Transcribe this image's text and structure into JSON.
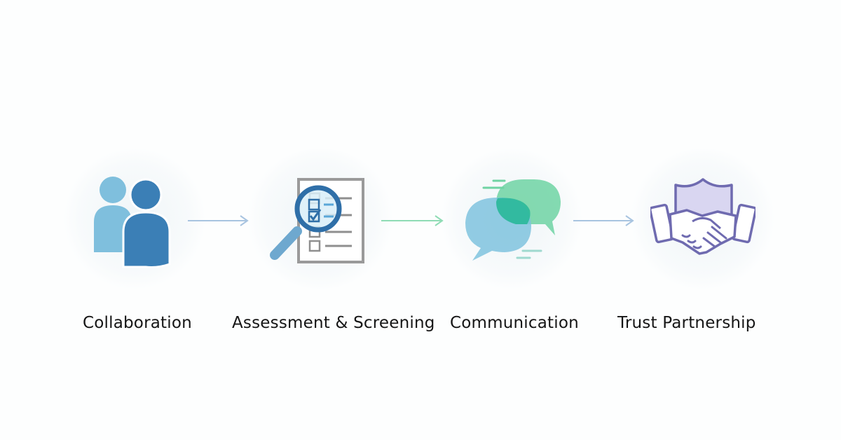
{
  "steps": [
    {
      "label": "Collaboration",
      "icon": "people-icon"
    },
    {
      "label": "Assessment & Screening",
      "icon": "magnifier-checklist-icon"
    },
    {
      "label": "Communication",
      "icon": "chat-bubbles-icon"
    },
    {
      "label": "Trust Partnership",
      "icon": "handshake-icon"
    }
  ],
  "connectors": [
    "arrow-right-icon",
    "arrow-right-icon",
    "arrow-right-icon"
  ],
  "colors": {
    "blue_light": "#7fbfdd",
    "blue_dark": "#3b7fb6",
    "green": "#6fd3a3",
    "purple": "#6f6bb0",
    "arrow_blue": "#a8c4e0",
    "arrow_green": "#8fdcb5",
    "text": "#151515"
  }
}
